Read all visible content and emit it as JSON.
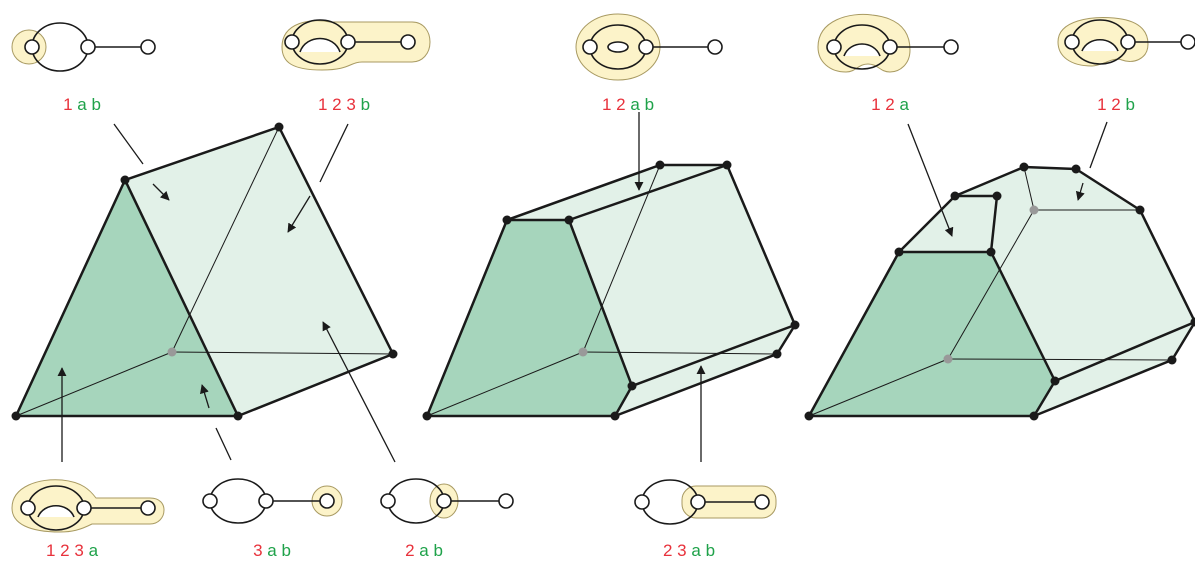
{
  "colors": {
    "red": "#e8323c",
    "green": "#1fa24a",
    "face_dark": "#a6d5bc",
    "face_light": "#e2f1e8",
    "highlight": "#fcf3c9",
    "highlight_stroke": "#a89a62",
    "edge": "#1a1a1a",
    "hidden_vertex": "#999999"
  },
  "labels": {
    "l1ab": [
      {
        "t": "1",
        "c": "r"
      },
      {
        "t": "a",
        "c": "g"
      },
      {
        "t": "b",
        "c": "g"
      }
    ],
    "l123b": [
      {
        "t": "1",
        "c": "r"
      },
      {
        "t": "2",
        "c": "r"
      },
      {
        "t": "3",
        "c": "r"
      },
      {
        "t": "b",
        "c": "g"
      }
    ],
    "l12ab": [
      {
        "t": "1",
        "c": "r"
      },
      {
        "t": "2",
        "c": "r"
      },
      {
        "t": "a",
        "c": "g"
      },
      {
        "t": "b",
        "c": "g"
      }
    ],
    "l12a": [
      {
        "t": "1",
        "c": "r"
      },
      {
        "t": "2",
        "c": "r"
      },
      {
        "t": "a",
        "c": "g"
      }
    ],
    "l12b": [
      {
        "t": "1",
        "c": "r"
      },
      {
        "t": "2",
        "c": "r"
      },
      {
        "t": "b",
        "c": "g"
      }
    ],
    "l123a": [
      {
        "t": "1",
        "c": "r"
      },
      {
        "t": "2",
        "c": "r"
      },
      {
        "t": "3",
        "c": "r"
      },
      {
        "t": "a",
        "c": "g"
      }
    ],
    "l3ab": [
      {
        "t": "3",
        "c": "r"
      },
      {
        "t": "a",
        "c": "g"
      },
      {
        "t": "b",
        "c": "g"
      }
    ],
    "l2ab": [
      {
        "t": "2",
        "c": "r"
      },
      {
        "t": "a",
        "c": "g"
      },
      {
        "t": "b",
        "c": "g"
      }
    ],
    "l23ab": [
      {
        "t": "2",
        "c": "r"
      },
      {
        "t": "3",
        "c": "r"
      },
      {
        "t": "a",
        "c": "g"
      },
      {
        "t": "b",
        "c": "g"
      }
    ]
  }
}
